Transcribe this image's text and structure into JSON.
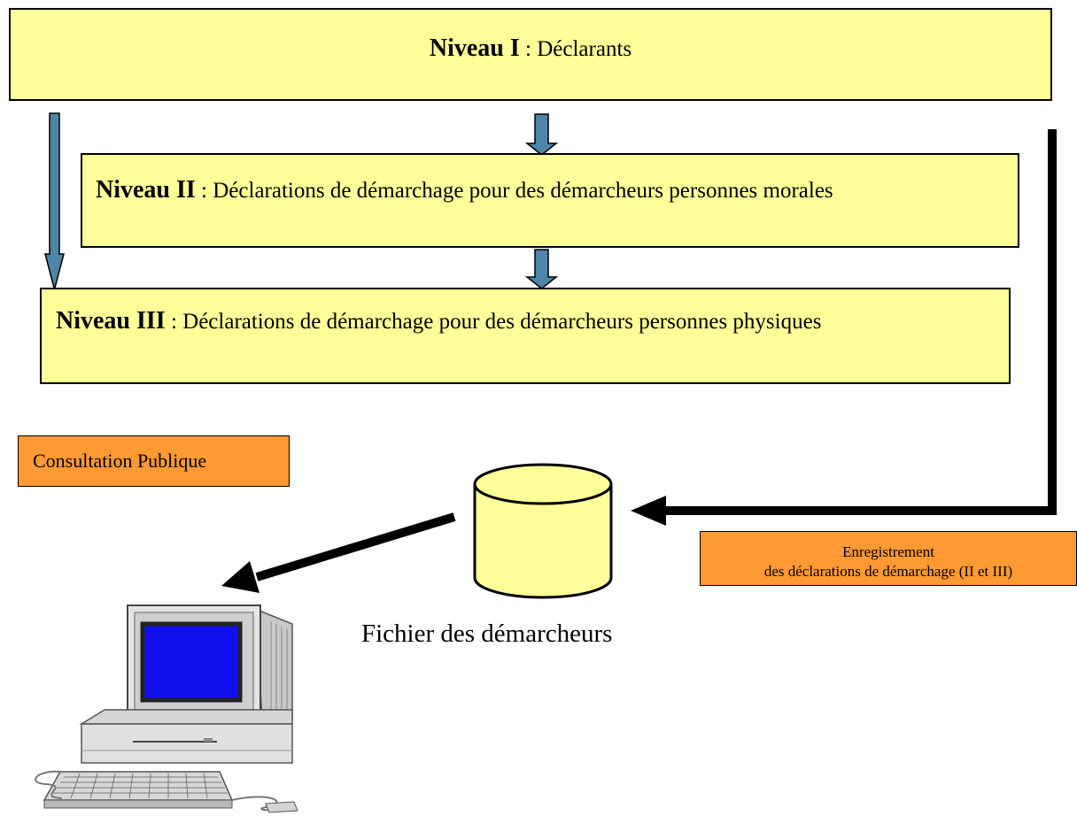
{
  "levels": [
    {
      "name": "Niveau I",
      "sep": " : ",
      "text": "Déclarants"
    },
    {
      "name": "Niveau II",
      "sep": " : ",
      "text": "Déclarations de démarchage pour des démarcheurs personnes morales"
    },
    {
      "name": "Niveau III",
      "sep": " : ",
      "text": "Déclarations de démarchage pour des démarcheurs personnes physiques"
    }
  ],
  "consultation": "Consultation Publique",
  "registration": {
    "line1": "Enregistrement",
    "line2": "des déclarations de démarchage (II et III)"
  },
  "file_label": "Fichier des démarcheurs",
  "icons": {
    "database": "database-cylinder-icon",
    "computer": "desktop-computer-icon"
  },
  "colors": {
    "level_box": "#ffff9a",
    "label_box": "#ff9933",
    "flow_arrow": "#4f85a6",
    "screen": "#1010ee"
  }
}
